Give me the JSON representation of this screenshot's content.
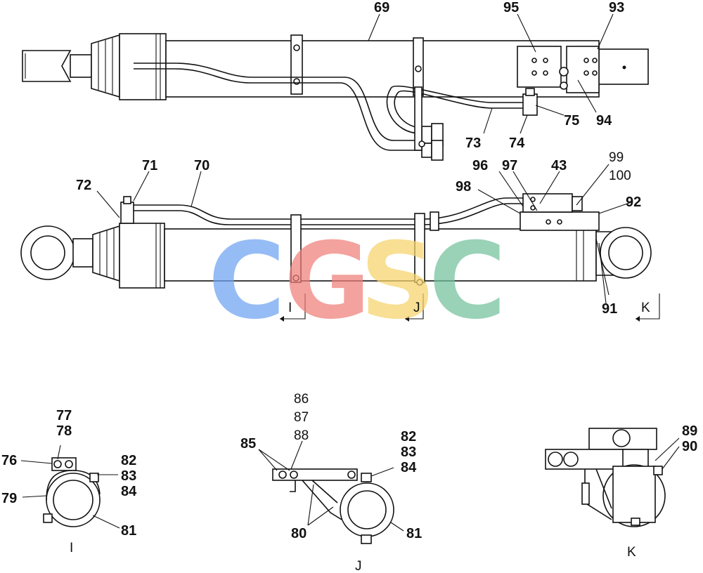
{
  "colors": {
    "line": "#111111",
    "background": "#ffffff",
    "wm_c1": "#6fa3f2",
    "wm_g": "#ef7f7a",
    "wm_s": "#f6d36a",
    "wm_c2": "#72c29c"
  },
  "watermark": {
    "letters": [
      "C",
      "G",
      "S",
      "C"
    ]
  },
  "callouts": {
    "c69": "69",
    "c95": "95",
    "c93": "93",
    "c75": "75",
    "c94": "94",
    "c73": "73",
    "c74": "74",
    "c71": "71",
    "c70": "70",
    "c72": "72",
    "c96": "96",
    "c97": "97",
    "c43": "43",
    "c99": "99",
    "c100": "100",
    "c98": "98",
    "c92": "92",
    "c91": "91",
    "c77": "77",
    "c78": "78",
    "c76": "76",
    "c82a": "82",
    "c83a": "83",
    "c84a": "84",
    "c79": "79",
    "c81a": "81",
    "c86": "86",
    "c87": "87",
    "c88": "88",
    "c85": "85",
    "c82b": "82",
    "c83b": "83",
    "c84b": "84",
    "c80": "80",
    "c81b": "81",
    "c89": "89",
    "c90": "90"
  },
  "section_marks": {
    "i": "I",
    "j": "J",
    "k": "K"
  },
  "view_labels": {
    "i": "I",
    "j": "J",
    "k": "K"
  }
}
